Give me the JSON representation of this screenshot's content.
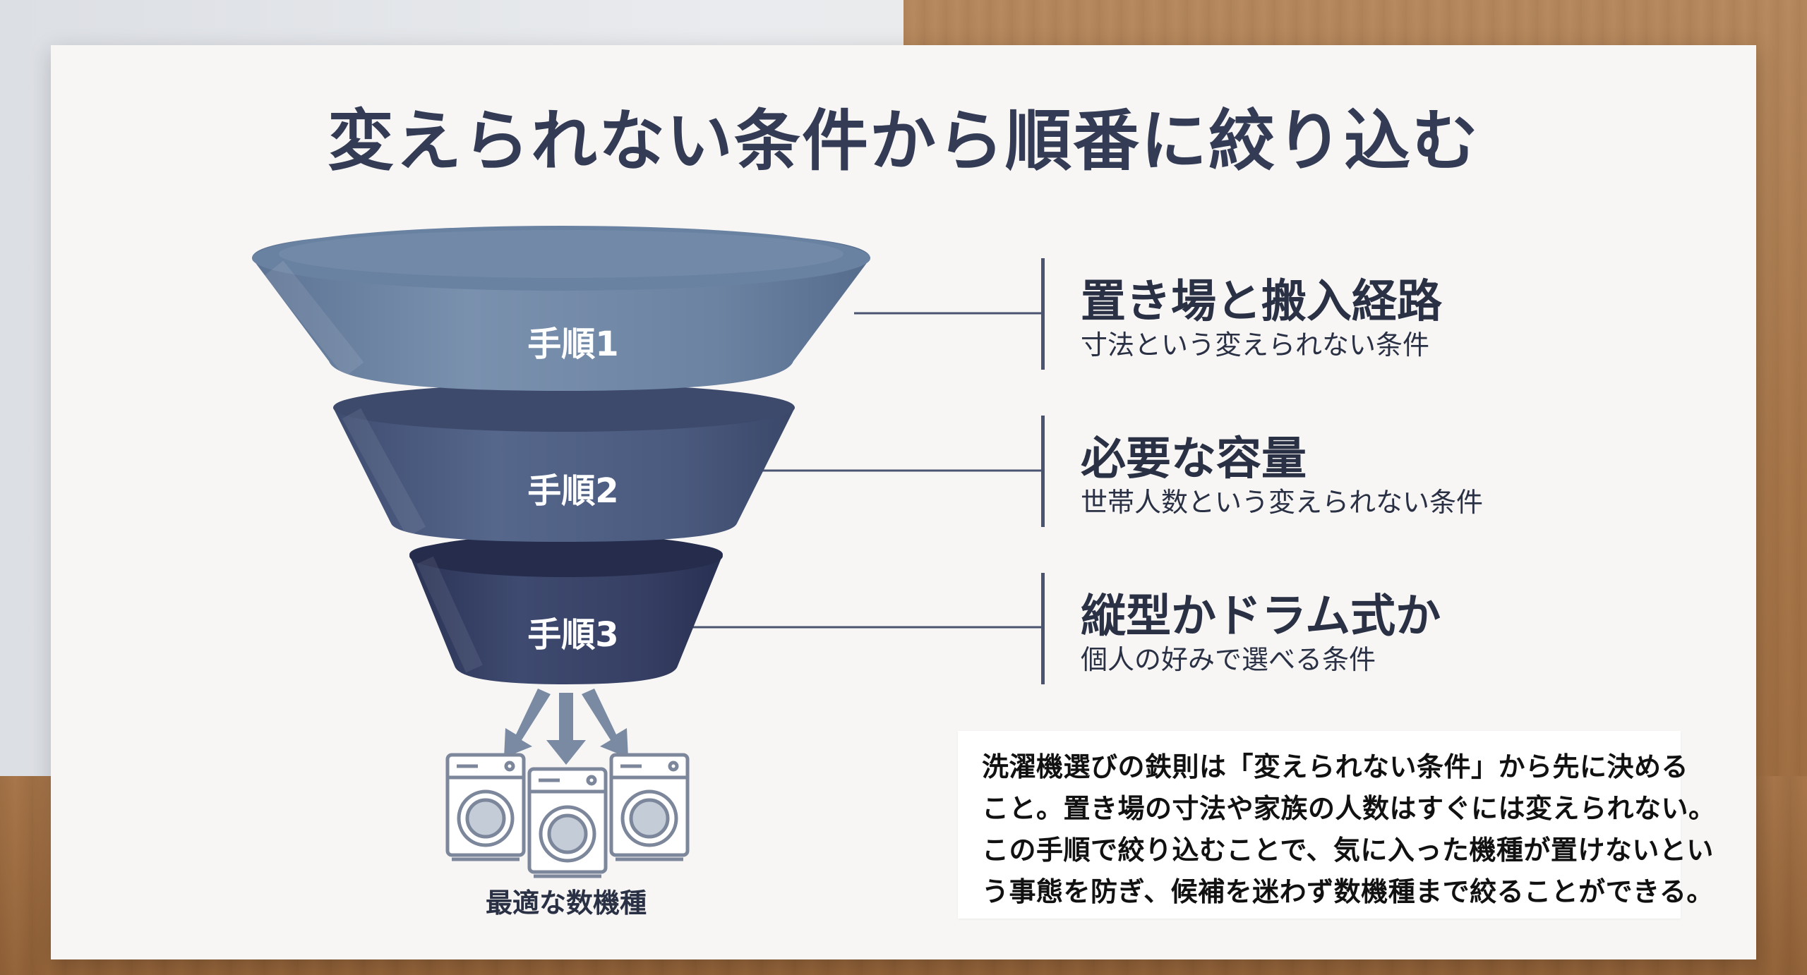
{
  "title": "変えられない条件から順番に絞り込む",
  "funnel": {
    "tiers": [
      {
        "label": "手順1",
        "color": "#6f86a4"
      },
      {
        "label": "手順2",
        "color": "#4d5c80"
      },
      {
        "label": "手順3",
        "color": "#353f63"
      }
    ]
  },
  "steps": [
    {
      "heading": "置き場と搬入経路",
      "description": "寸法という変えられない条件"
    },
    {
      "heading": "必要な容量",
      "description": "世帯人数という変えられない条件"
    },
    {
      "heading": "縦型かドラム式か",
      "description": "個人の好みで選べる条件"
    }
  ],
  "result_label": "最適な数機種",
  "note": {
    "lines": [
      "洗濯機選びの鉄則は「変えられない条件」から先に決める",
      "こと。置き場の寸法や家族の人数はすぐには変えられない。",
      "この手順で絞り込むことで、気に入った機種が置けないとい",
      "う事態を防ぎ、候補を迷わず数機種まで絞ることができる。"
    ]
  },
  "colors": {
    "title": "#343c55",
    "text": "#2b3145",
    "connector": "#4a5470",
    "arrow": "#7a8aa3",
    "washer": "#7d879c"
  }
}
